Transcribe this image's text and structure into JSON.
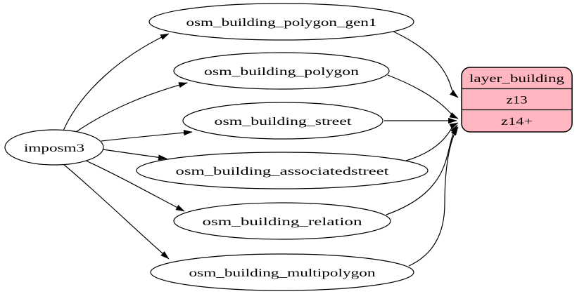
{
  "diagram": {
    "type": "graphviz-digraph",
    "background_color": "#ffffff",
    "stroke_color": "#000000",
    "source": {
      "label": "imposm3"
    },
    "tables": [
      {
        "label": "osm_building_polygon_gen1"
      },
      {
        "label": "osm_building_polygon"
      },
      {
        "label": "osm_building_street"
      },
      {
        "label": "osm_building_associatedstreet"
      },
      {
        "label": "osm_building_relation"
      },
      {
        "label": "osm_building_multipolygon"
      }
    ],
    "layer": {
      "title": "layer_building",
      "fill": "#ffb6c1",
      "rows": [
        {
          "label": "z13"
        },
        {
          "label": "z14+"
        }
      ]
    },
    "edges": [
      {
        "from": "imposm3",
        "to": "osm_building_polygon_gen1"
      },
      {
        "from": "imposm3",
        "to": "osm_building_polygon"
      },
      {
        "from": "imposm3",
        "to": "osm_building_street"
      },
      {
        "from": "imposm3",
        "to": "osm_building_associatedstreet"
      },
      {
        "from": "imposm3",
        "to": "osm_building_relation"
      },
      {
        "from": "imposm3",
        "to": "osm_building_multipolygon"
      },
      {
        "from": "osm_building_polygon_gen1",
        "to": "layer_building:z13"
      },
      {
        "from": "osm_building_polygon",
        "to": "layer_building:z14+"
      },
      {
        "from": "osm_building_street",
        "to": "layer_building:z14+"
      },
      {
        "from": "osm_building_associatedstreet",
        "to": "layer_building:z14+"
      },
      {
        "from": "osm_building_relation",
        "to": "layer_building:z14+"
      },
      {
        "from": "osm_building_multipolygon",
        "to": "layer_building:z14+"
      }
    ]
  }
}
